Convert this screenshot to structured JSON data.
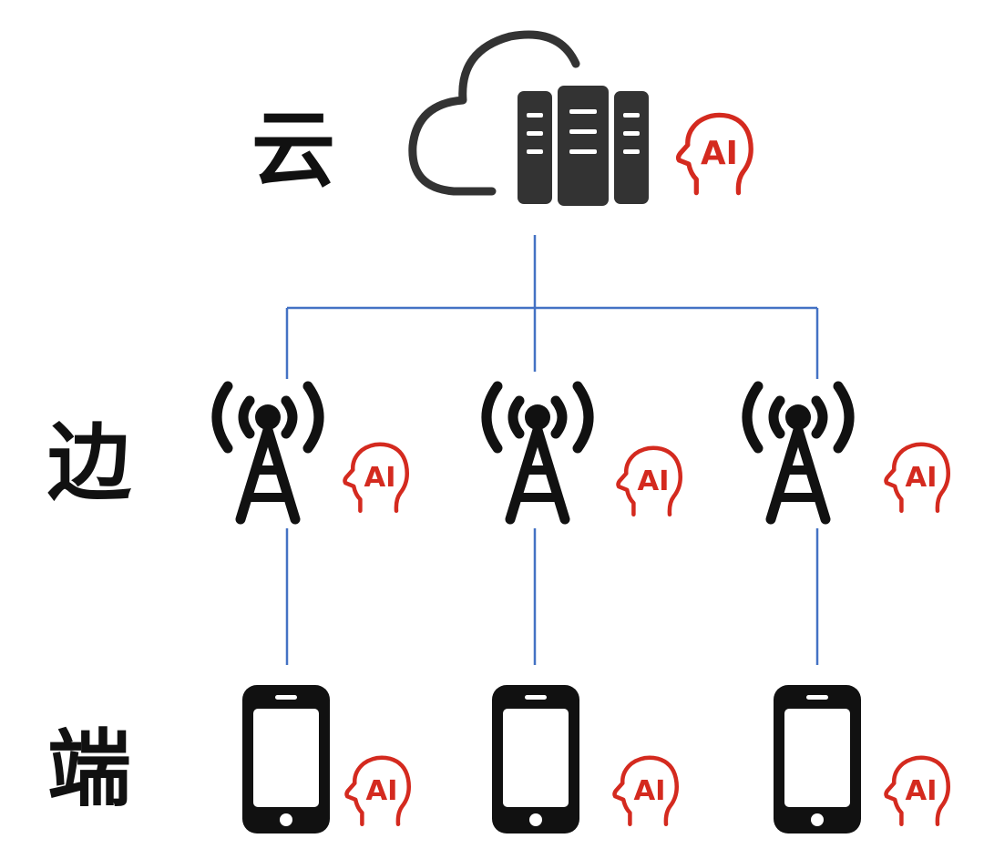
{
  "tiers": {
    "cloud": "云",
    "edge": "边",
    "device": "端"
  },
  "ai_badge": {
    "text": "AI",
    "icon": "ai-head-icon",
    "color": "#d42a1f"
  },
  "icons": {
    "cloud": "cloud-server-icon",
    "tower": "antenna-tower-icon",
    "phone": "smartphone-icon"
  },
  "colors": {
    "connector": "#4472c4",
    "icon": "#111111",
    "cloud_outline": "#333333"
  }
}
